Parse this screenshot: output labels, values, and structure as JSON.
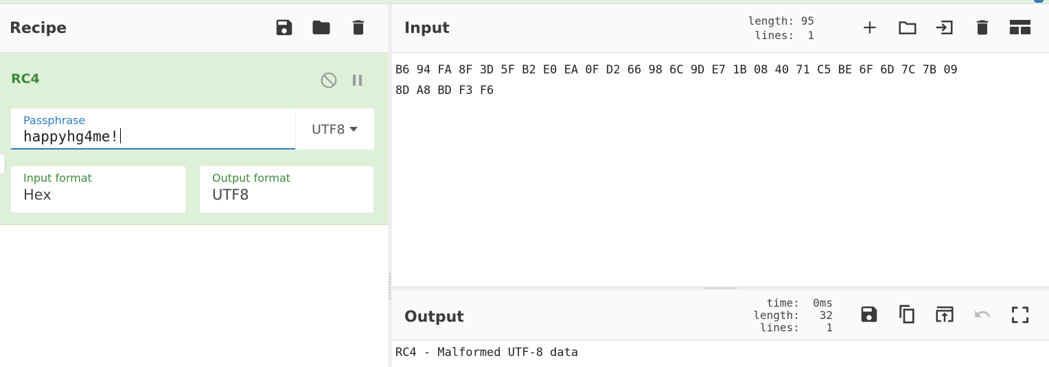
{
  "recipe": {
    "title": "Recipe",
    "icons": [
      "save-icon",
      "folder-icon",
      "trash-icon"
    ]
  },
  "operation": {
    "name": "RC4",
    "passphrase": {
      "label": "Passphrase",
      "value": "happyhg4me!",
      "encoding": "UTF8"
    },
    "input_format": {
      "label": "Input format",
      "value": "Hex"
    },
    "output_format": {
      "label": "Output format",
      "value": "UTF8"
    }
  },
  "input": {
    "title": "Input",
    "length_label": "length:",
    "length_value": "95",
    "lines_label": "lines:",
    "lines_value": "1",
    "line1": "B6 94 FA 8F 3D 5F B2 E0 EA 0F D2 66 98 6C 9D E7 1B 08 40 71 C5 BE 6F 6D 7C 7B 09",
    "line2": "8D A8 BD F3 F6"
  },
  "output": {
    "title": "Output",
    "time_label": "time:",
    "time_value": "0ms",
    "length_label": "length:",
    "length_value": "32",
    "lines_label": "lines:",
    "lines_value": "1",
    "text": "RC4 - Malformed UTF-8 data"
  },
  "colors": {
    "operation_bg": "#dff0d8",
    "operation_title": "#3c8a3c",
    "focus_blue": "#2d7bc4",
    "label_green": "#3c8a3c"
  }
}
